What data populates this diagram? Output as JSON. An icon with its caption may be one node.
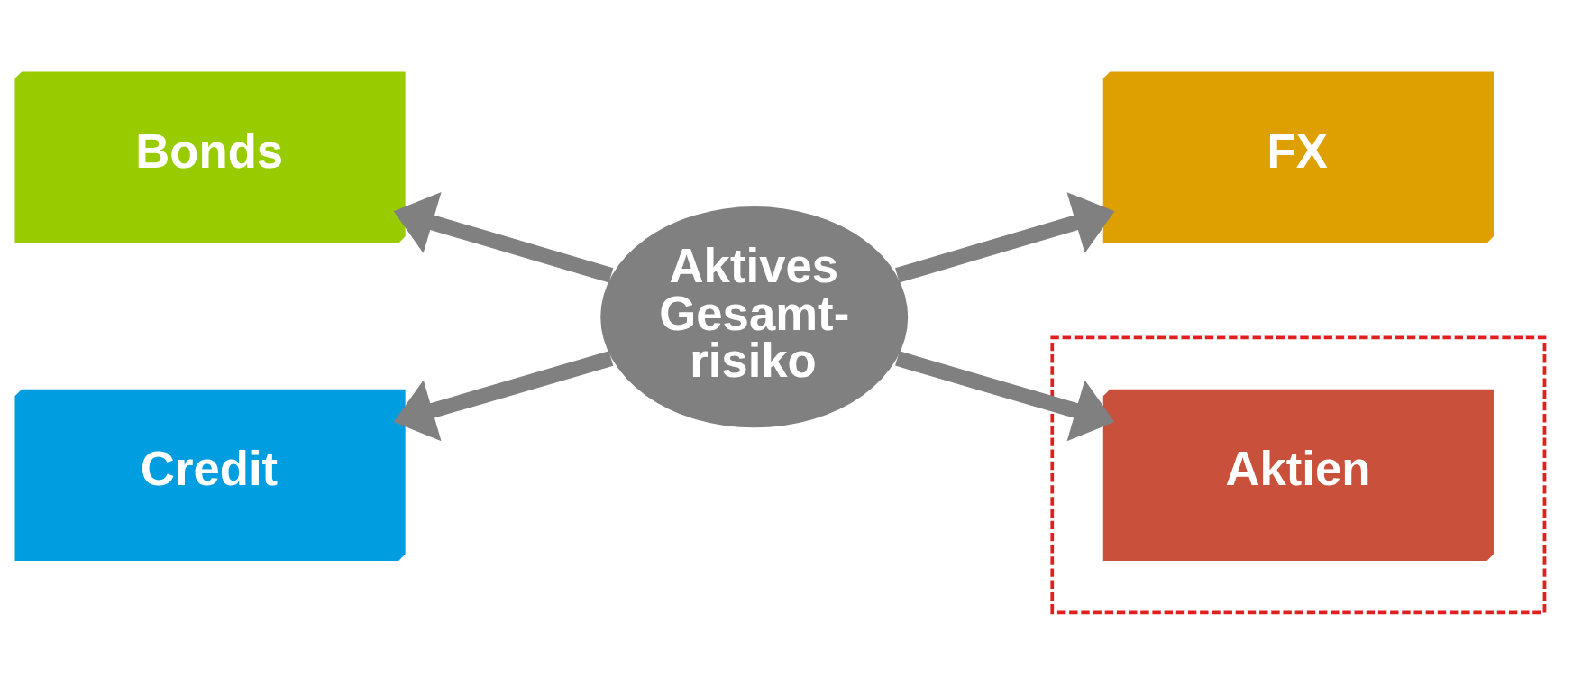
{
  "diagram": {
    "nodes": [
      {
        "text": [
          "Bonds"
        ]
      },
      {
        "text": [
          "FX"
        ]
      },
      {
        "text": [
          "Aktives Gesamt- risiko"
        ]
      },
      {
        "text": [
          "Credit"
        ]
      },
      {
        "text": [],
        "shape": "box"
      },
      {
        "text": [
          "Aktien"
        ],
        "in": 4
      }
    ],
    "edges": [
      {
        "from": 2,
        "to": 0,
        "arrow": "to"
      },
      {
        "from": 2,
        "to": 1,
        "arrow": "to"
      },
      {
        "from": 2,
        "to": 3,
        "arrow": "to"
      },
      {
        "from": 2,
        "to": 5,
        "arrow": "to"
      }
    ]
  }
}
